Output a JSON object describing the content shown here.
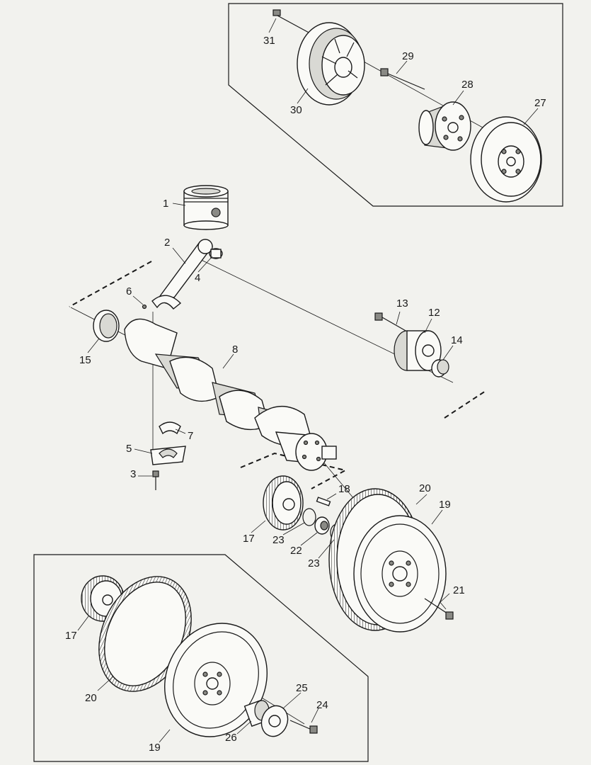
{
  "labels": {
    "l1": "1",
    "l2": "2",
    "l3": "3",
    "l4": "4",
    "l5": "5",
    "l6": "6",
    "l7": "7",
    "l8": "8",
    "l12": "12",
    "l13": "13",
    "l14": "14",
    "l15": "15",
    "l17": "17",
    "l17b": "17",
    "l18": "18",
    "l19": "19",
    "l19b": "19",
    "l20": "20",
    "l20b": "20",
    "l21": "21",
    "l22": "22",
    "l23a": "23",
    "l23b": "23",
    "l24": "24",
    "l25": "25",
    "l26": "26",
    "l27": "27",
    "l28": "28",
    "l29": "29",
    "l30": "30",
    "l31": "31"
  }
}
